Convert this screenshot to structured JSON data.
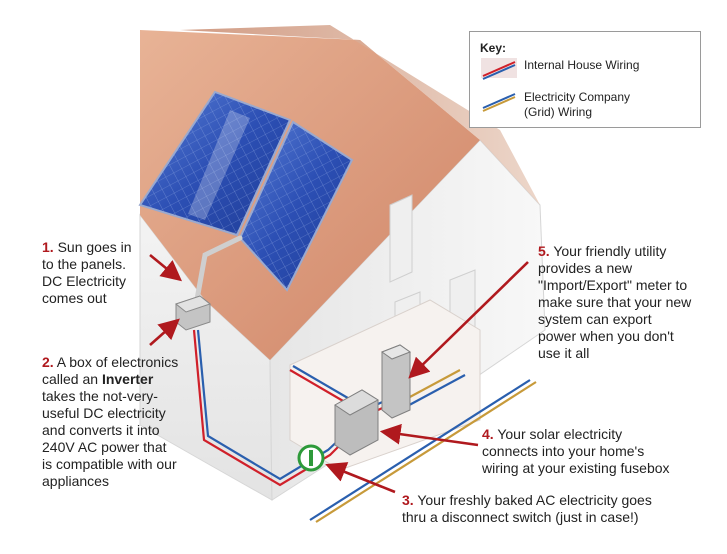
{
  "key": {
    "title": "Key:",
    "internal_label": "Internal House Wiring",
    "grid_label_line1": "Electricity Company",
    "grid_label_line2": "(Grid) Wiring"
  },
  "steps": [
    {
      "num": "1.",
      "text_a": " Sun goes in\nto the panels.\nDC Electricity\ncomes out"
    },
    {
      "num": "2.",
      "text_a": " A box of electronics\ncalled an ",
      "bold": "Inverter",
      "text_b": "\ntakes the not-very-\nuseful DC electricity\nand converts it into\n240V AC power that\nis compatible with our\nappliances"
    },
    {
      "num": "3.",
      "text_a": " Your freshly baked AC electricity goes\nthru a disconnect switch (just in case!)"
    },
    {
      "num": "4.",
      "text_a": " Your solar electricity\nconnects into your home's\nwiring at your existing fusebox"
    },
    {
      "num": "5.",
      "text_a": " Your friendly utility\nprovides a new\n\"Import/Export\" meter to\nmake sure that your new\nsystem can export\npower when you don't\nuse it all"
    }
  ],
  "colors": {
    "red_wire": "#d0202a",
    "blue_wire": "#2a5fae",
    "grid_gold": "#c79a3a",
    "roof": "#d9987a",
    "wall": "#ececec",
    "panel": "#2a4fb0",
    "switch_green": "#2e9a3a",
    "arrow": "#b0191e"
  }
}
